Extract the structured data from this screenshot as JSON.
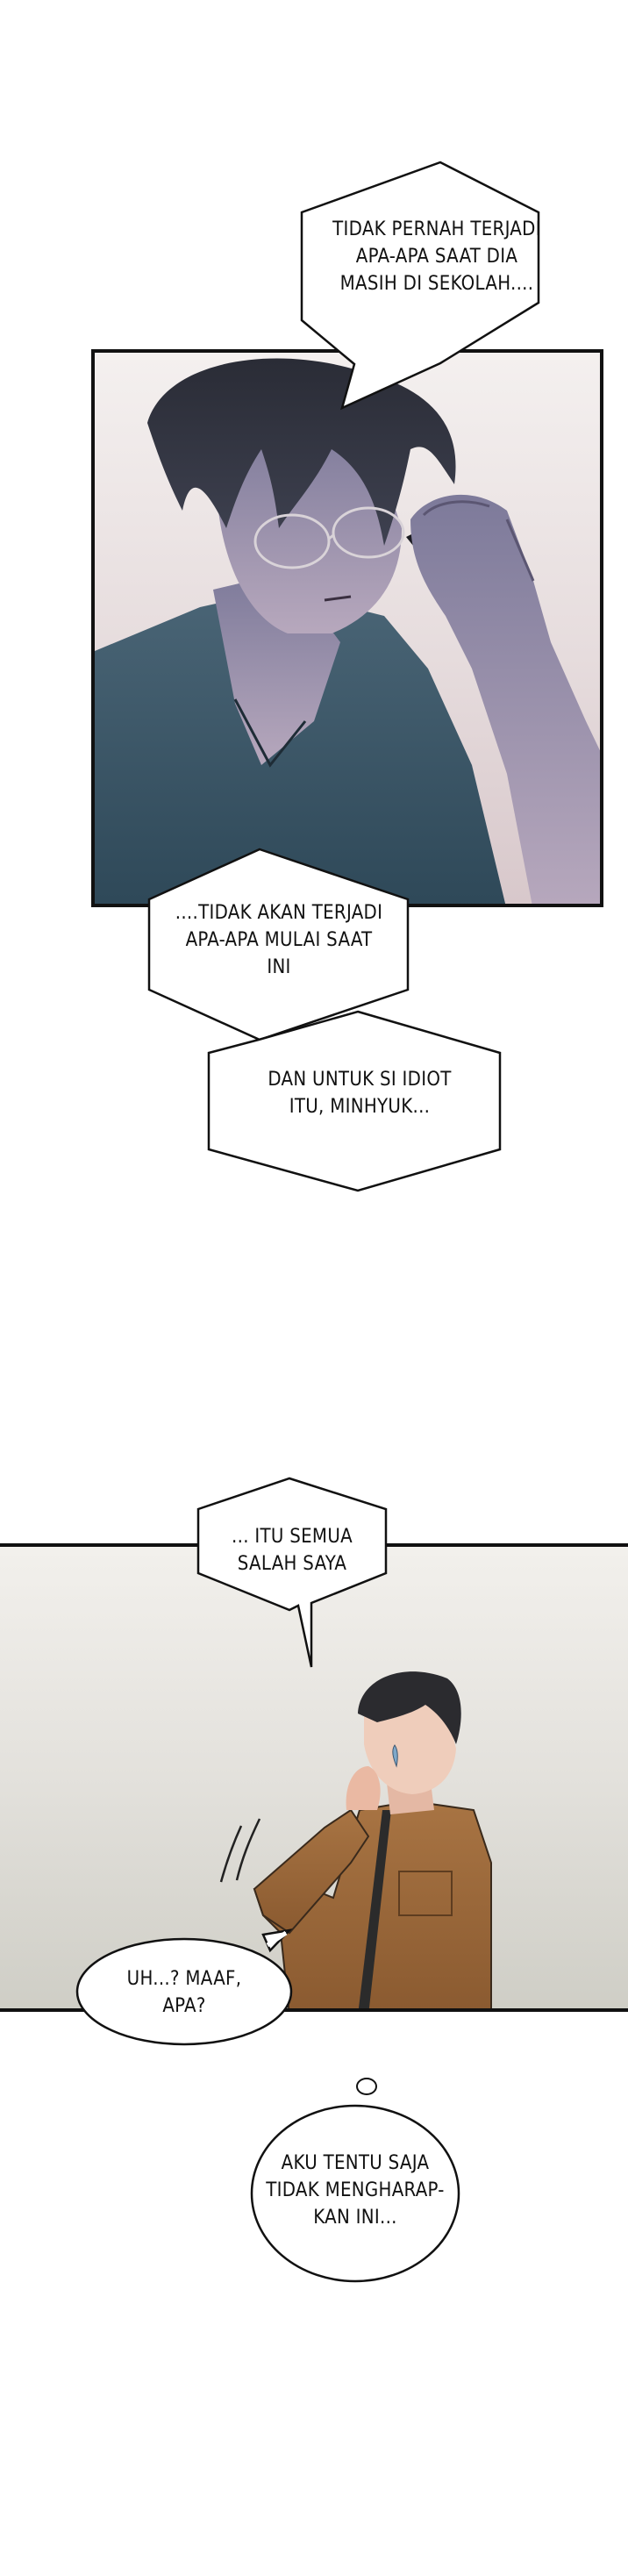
{
  "page": {
    "bubbles": [
      {
        "id": "b1",
        "text": "TIDAK PERNAH TERJADI\nAPA-APA SAAT DIA\nMASIH DI SEKOLAH...."
      },
      {
        "id": "b2",
        "text": "....TIDAK AKAN TERJADI\nAPA-APA MULAI SAAT\nINI"
      },
      {
        "id": "b3",
        "text": "DAN UNTUK SI IDIOT\nITU, MINHYUK..."
      },
      {
        "id": "b4",
        "text": "... ITU SEMUA\nSALAH SAYA"
      },
      {
        "id": "b5",
        "text": "UH...? MAAF,\nAPA?"
      },
      {
        "id": "b6",
        "text": "AKU TENTU SAJA\nTIDAK MENGHARAP-\nKAN INI..."
      }
    ]
  },
  "colors": {
    "panel_border": "#111111",
    "bubble_fill": "#ffffff",
    "panel1_bg_top": "#f3efee",
    "panel1_bg_bottom": "#d9c9cc",
    "shirt_teal": "#3d5a6a",
    "panel2_bg_top": "#efece8",
    "panel2_bg_bottom": "#cfcfc6",
    "jacket_brown": "#9b6a3e"
  }
}
